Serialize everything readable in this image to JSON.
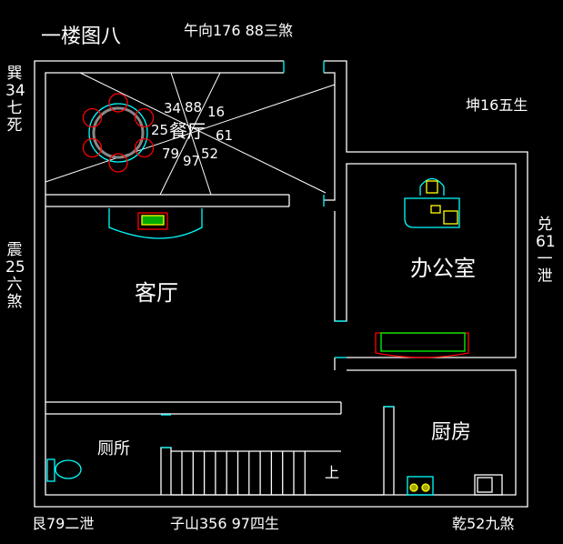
{
  "title": "一楼图八",
  "directions": {
    "top": "午向176   88三煞",
    "top_right": "坤16五生",
    "left_top": [
      "巽",
      "34",
      "七",
      "死"
    ],
    "left_mid": [
      "震",
      "25",
      "六",
      "煞"
    ],
    "right": [
      "兑",
      "61",
      "一",
      "泄"
    ],
    "bottom_left": "艮79二泄",
    "bottom_mid": "子山356   97四生",
    "bottom_right": "乾52九煞"
  },
  "rooms": {
    "dining": "餐厅",
    "living": "客厅",
    "office": "办公室",
    "toilet": "厕所",
    "kitchen": "厨房",
    "stairs_up": "上"
  },
  "dining_numbers": {
    "n1": "34",
    "n2": "88",
    "n3": "16",
    "n4": "25",
    "n5": "61",
    "n6": "79",
    "n7": "97",
    "n8": "52"
  },
  "colors": {
    "wall": "#ffffff",
    "fixture": "#00ffff",
    "accent": "#ff0000",
    "yellow": "#ffff00",
    "green": "#00ff00"
  }
}
